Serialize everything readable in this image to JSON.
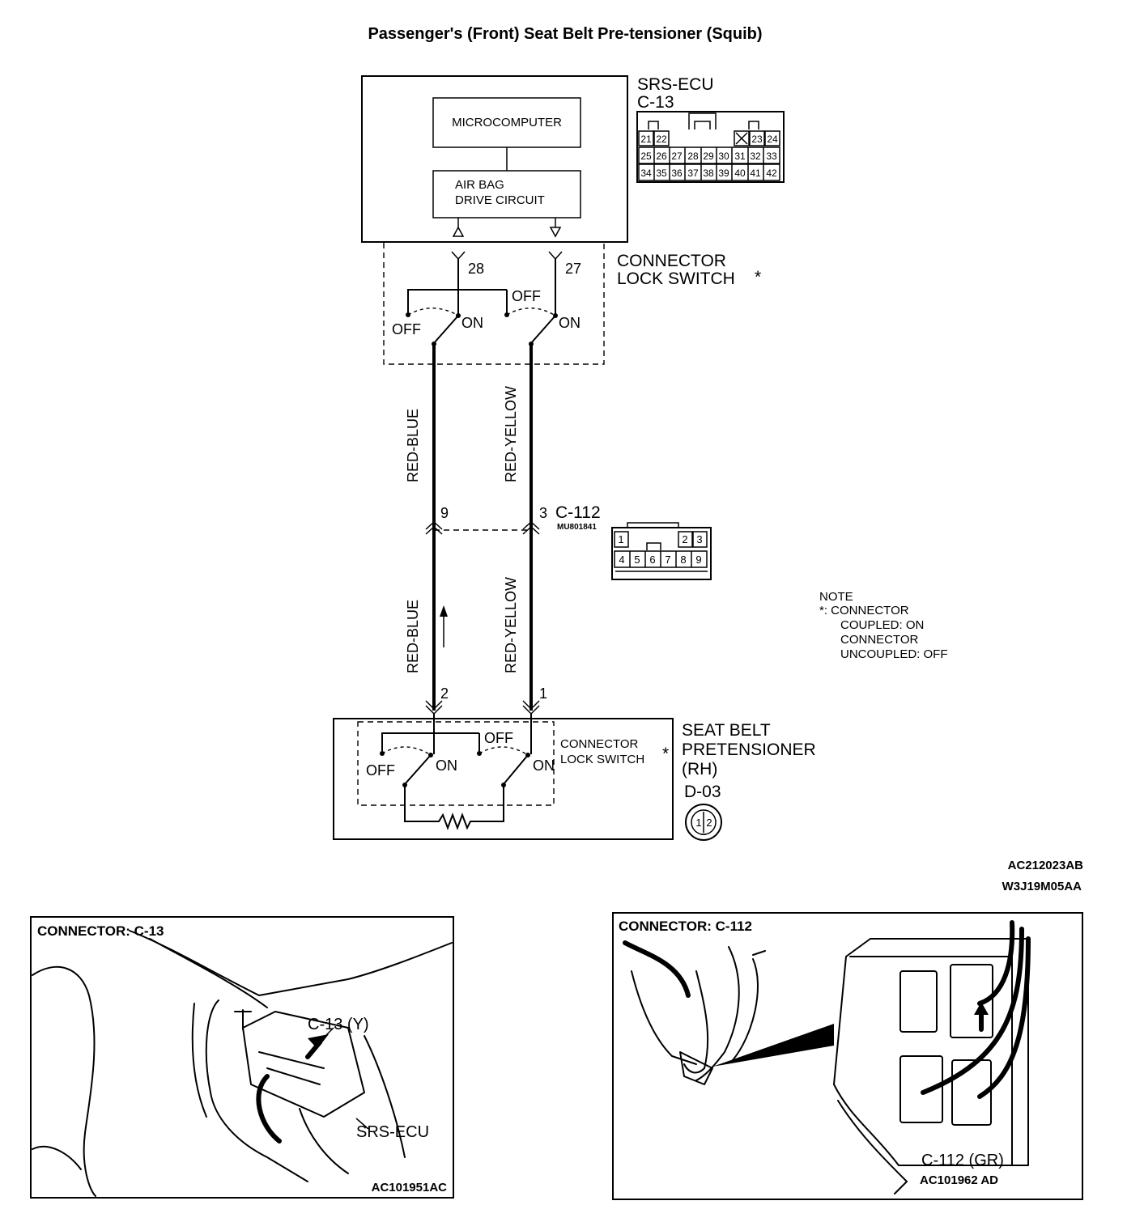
{
  "title": "Passenger's (Front) Seat Belt Pre-tensioner (Squib)",
  "ecu": {
    "name": "SRS-ECU",
    "connector": "C-13",
    "microcomputer": "MICROCOMPUTER",
    "drive_circuit": [
      "AIR BAG",
      "DRIVE CIRCUIT"
    ],
    "connector_cells": {
      "row1_left": [
        "21",
        "22"
      ],
      "row1_right": [
        "23",
        "24"
      ],
      "row2": [
        "25",
        "26",
        "27",
        "28",
        "29",
        "30",
        "31",
        "32",
        "33"
      ],
      "row3": [
        "34",
        "35",
        "36",
        "37",
        "38",
        "39",
        "40",
        "41",
        "42"
      ]
    }
  },
  "upper_switch": {
    "label": [
      "CONNECTOR",
      "LOCK SWITCH"
    ],
    "asterisk": "*",
    "pins": [
      "28",
      "27"
    ],
    "states": [
      "OFF",
      "ON",
      "OFF",
      "ON"
    ]
  },
  "wires": {
    "upper_left": "RED-BLUE",
    "upper_right": "RED-YELLOW",
    "lower_left": "RED-BLUE",
    "lower_right": "RED-YELLOW"
  },
  "mid_connector": {
    "name": "C-112",
    "part": "MU801841",
    "pins": [
      "9",
      "3"
    ],
    "cells_top_left": [
      "1"
    ],
    "cells_top_right": [
      "2",
      "3"
    ],
    "cells_bottom": [
      "4",
      "5",
      "6",
      "7",
      "8",
      "9"
    ]
  },
  "pretensioner": {
    "label": [
      "SEAT BELT",
      "PRETENSIONER",
      "(RH)"
    ],
    "connector": "D-03",
    "pins": [
      "2",
      "1"
    ],
    "switch_label": [
      "CONNECTOR",
      "LOCK SWITCH"
    ],
    "asterisk": "*",
    "states": [
      "OFF",
      "ON",
      "OFF",
      "ON"
    ],
    "plug_pins": [
      "1",
      "2"
    ]
  },
  "note": {
    "heading": "NOTE",
    "lines": [
      "*: CONNECTOR",
      "COUPLED: ON",
      "CONNECTOR",
      "UNCOUPLED: OFF"
    ]
  },
  "codes": [
    "AC212023AB",
    "W3J19M05AA"
  ],
  "panel_left": {
    "title": "CONNECTOR: C-13",
    "callout": "C-13 (Y)",
    "part_label": "SRS-ECU",
    "code": "AC101951AC"
  },
  "panel_right": {
    "title": "CONNECTOR: C-112",
    "callout": "C-112 (GR)",
    "code": "AC101962 AD"
  }
}
